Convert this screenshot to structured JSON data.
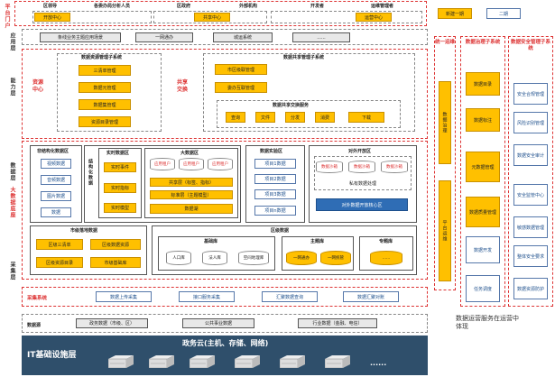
{
  "top_bar": {
    "portal_label": "平台门户",
    "roles": [
      "区领导",
      "各委办局分析人员",
      "区政府",
      "外部机构",
      "开发者",
      "运维管理者"
    ],
    "portals": [
      "开放中心",
      "共享中心",
      "运营中心"
    ]
  },
  "legend": {
    "new_label": "新建一期",
    "phase2_label": "二期"
  },
  "left_labels": {
    "application": "应用层",
    "capability": "能力层",
    "data_layer": "数据层",
    "big_data_base": "大数据底座",
    "collection": "采集层"
  },
  "application_layer": {
    "items": [
      "条线业务主题应用场景",
      "一网通办",
      "城运系统",
      "......"
    ]
  },
  "capability_layer": {
    "resource_center_label": "资源中心",
    "share_exchange_label": "共享交换",
    "resource_system": {
      "title": "数据资源管理子系统",
      "items": [
        "三清单管理",
        "数据元管理",
        "数据集管理",
        "资源目录管理"
      ]
    },
    "share_system": {
      "title": "数据共享管理子系统",
      "items": [
        "市区级联管理",
        "委办互联管理"
      ],
      "exchange_title": "数据共享交换服务",
      "exchange_items": [
        "查询",
        "文件",
        "分发",
        "消费",
        "下载"
      ]
    }
  },
  "data_layer": {
    "unstructured": {
      "title": "非结构化数据区",
      "items": [
        "视频数据",
        "音频数据",
        "图片数据",
        "数据"
      ]
    },
    "structured_label": "结构化数据",
    "realtime": {
      "title": "实时数据区",
      "items": [
        "实时事件",
        "实时指标",
        "实时模型"
      ]
    },
    "bigdata": {
      "title": "大数据区",
      "tenants": [
        "应用租户",
        "应用租户",
        "应用租户"
      ],
      "items": [
        "共享层（标签、指标）",
        "标准层（主题模型）",
        "数据湖"
      ]
    },
    "project": {
      "title": "数据实验区",
      "items": [
        "项目1数据",
        "项目2数据",
        "项目3数据",
        "项目n数据"
      ]
    },
    "open": {
      "title": "对外开放区",
      "sandboxes": [
        "数据沙箱",
        "数据沙箱",
        "数据沙箱"
      ],
      "privacy": "私有数据处理",
      "core": "对外数据开放核心区"
    },
    "city": {
      "title": "市级落地数据",
      "items": [
        "区级三清单",
        "区级数据资源",
        "区级资源目录",
        "市级基础库"
      ]
    },
    "district": {
      "title": "区级数据",
      "base_title": "基础库",
      "base_items": [
        "人口库",
        "法人库",
        "空间地理库"
      ],
      "theme_title": "主题库",
      "theme_items": [
        "一网通办",
        "一网统管"
      ],
      "special_title": "专题库",
      "special_items": [
        "......"
      ]
    }
  },
  "collection_layer": {
    "label": "采集系统",
    "items": [
      "数据上传采集",
      "接口服务采集",
      "汇聚数据查询",
      "数据汇聚对账"
    ]
  },
  "data_source": {
    "label": "数据源",
    "items": [
      "政务数据（市级、区）",
      "公共事业数据",
      "行业数据（金融、电信）"
    ]
  },
  "infrastructure": {
    "label": "IT基础设施层",
    "title": "政务云(主机、存储、网络)",
    "more": "......"
  },
  "right_columns": {
    "ops": {
      "title": "统一运维",
      "items": [
        "数据治理",
        "平台运维"
      ]
    },
    "governance": {
      "title": "数据治理子系统",
      "items": [
        "数据目录",
        "数据标注",
        "元数据管理",
        "数据质量管理",
        "数据开发",
        "任务调度"
      ]
    },
    "security": {
      "title": "数据安全管理子系统",
      "items": [
        "安全合规管理",
        "风险识别管理",
        "数据安全审计",
        "安全监管中心",
        "敏感数据管理",
        "整体安全要求",
        "数据资源防护"
      ]
    },
    "note": "数据运营服务在运营中体现"
  },
  "colors": {
    "red": "#dd3333",
    "yellow": "#ffc000",
    "blue": "#2f6db5"
  }
}
